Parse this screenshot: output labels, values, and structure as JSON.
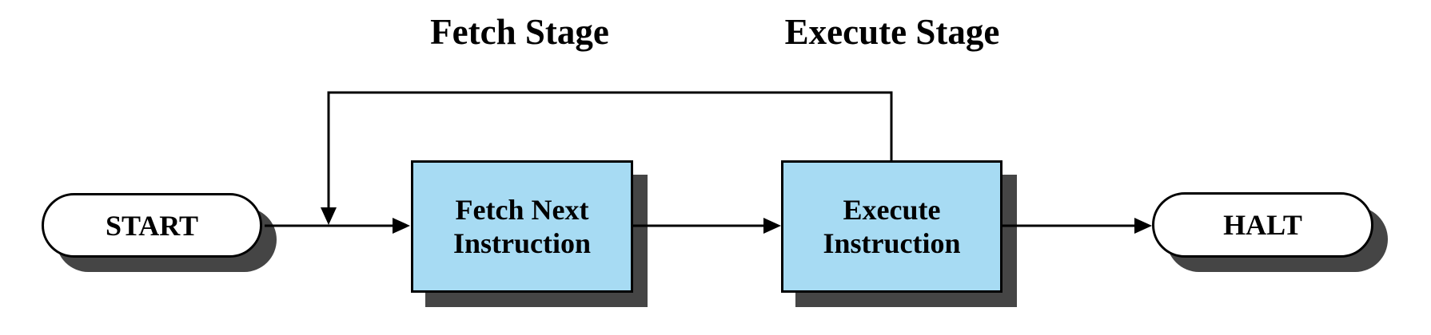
{
  "diagram": {
    "type": "flowchart",
    "background_color": "#ffffff",
    "stage_labels": [
      {
        "id": "fetch-stage",
        "text": "Fetch Stage"
      },
      {
        "id": "execute-stage",
        "text": "Execute Stage"
      }
    ],
    "nodes": [
      {
        "id": "start",
        "shape": "terminator",
        "label": "START",
        "fill": "#ffffff"
      },
      {
        "id": "fetch",
        "shape": "process",
        "label": "Fetch Next\nInstruction",
        "fill": "#a7dbf3"
      },
      {
        "id": "execute",
        "shape": "process",
        "label": "Execute\nInstruction",
        "fill": "#a7dbf3"
      },
      {
        "id": "halt",
        "shape": "terminator",
        "label": "HALT",
        "fill": "#ffffff"
      }
    ],
    "edges": [
      {
        "from": "start",
        "to": "fetch",
        "kind": "arrow"
      },
      {
        "from": "fetch",
        "to": "execute",
        "kind": "arrow"
      },
      {
        "from": "execute",
        "to": "halt",
        "kind": "arrow"
      },
      {
        "from": "execute",
        "to": "fetch",
        "kind": "feedback-loop-arrow"
      }
    ],
    "colors": {
      "line": "#000000",
      "border": "#000000",
      "shadow": "#454545",
      "process_fill": "#a7dbf3",
      "terminator_fill": "#ffffff",
      "text": "#000000"
    }
  }
}
